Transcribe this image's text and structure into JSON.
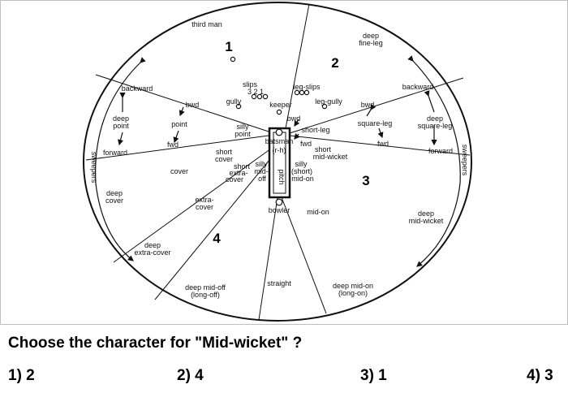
{
  "diagram": {
    "sections": [
      "1",
      "2",
      "3",
      "4"
    ],
    "labels": {
      "third_man": "third man",
      "deep_fine_leg_1": "deep",
      "deep_fine_leg_2": "fine-leg",
      "backward_left": "backward",
      "backward_right": "backward",
      "deep_point_1": "deep",
      "deep_point_2": "point",
      "forward_left": "forward",
      "forward_right": "forward",
      "sweepers_left": "sweepers",
      "sweepers_right": "sweepers",
      "bwd_point": "bwd",
      "point": "point",
      "fwd_point": "fwd",
      "slips": "slips",
      "slips_numbers": "3 2 1",
      "gully": "gully",
      "keeper": "keeper",
      "leg_slips": "leg-slips",
      "leg_gully": "leg-gully",
      "bwd_keeper": "bwd",
      "short_leg": "short-leg",
      "fwd_short_leg": "fwd",
      "bwd_square_leg": "bwd",
      "square_leg": "square-leg",
      "fwd_square_leg": "fwd",
      "deep_square_leg_1": "deep",
      "deep_square_leg_2": "square-leg",
      "silly_point_1": "silly",
      "silly_point_2": "point",
      "batsman": "batsman",
      "rh": "(r-h)",
      "pitch": "pitch",
      "bowler": "bowler",
      "short_cover_1": "short",
      "short_cover_2": "cover",
      "short_extra_cover_1": "short",
      "short_extra_cover_2": "extra-",
      "short_extra_cover_3": "cover",
      "silly_mid_off_1": "silly",
      "silly_mid_off_2": "mid-",
      "silly_mid_off_3": "off",
      "silly_mid_on_1": "silly",
      "silly_mid_on_2": "(short)",
      "silly_mid_on_3": "mid-on",
      "short_mid_wicket_1": "short",
      "short_mid_wicket_2": "mid-wicket",
      "cover": "cover",
      "deep_cover_1": "deep",
      "deep_cover_2": "cover",
      "extra_cover_1": "extra-",
      "extra_cover_2": "cover",
      "deep_extra_cover_1": "deep",
      "deep_extra_cover_2": "extra-cover",
      "deep_mid_off_1": "deep mid-off",
      "deep_mid_off_2": "(long-off)",
      "straight": "straight",
      "deep_mid_on_1": "deep mid-on",
      "deep_mid_on_2": "(long-on)",
      "mid_on": "mid-on",
      "deep_mid_wicket_1": "deep",
      "deep_mid_wicket_2": "mid-wicket"
    }
  },
  "question": "Choose the character for \"Mid-wicket\" ?",
  "options": [
    "1) 2",
    "2) 4",
    "3) 1",
    "4) 3"
  ]
}
